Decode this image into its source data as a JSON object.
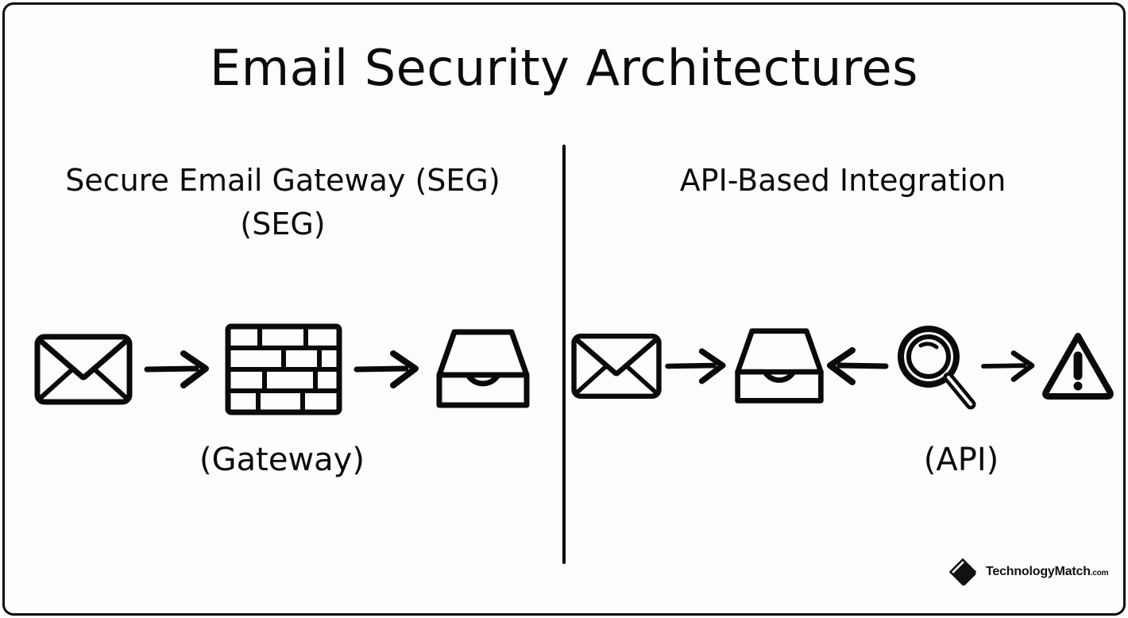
{
  "document": {
    "title": "Email Security Architectures",
    "background_color": "#fdfdfc",
    "ink_color": "#0a0a0a",
    "border_color": "#0a0a0a"
  },
  "panels": {
    "left": {
      "heading_line1": "Secure Email Gateway (SEG)",
      "heading_line2": "(SEG)",
      "caption": "(Gateway)",
      "flow": [
        {
          "icon": "envelope-icon",
          "label": "Email"
        },
        {
          "icon": "arrow-right-icon",
          "label": "flows to"
        },
        {
          "icon": "brick-wall-icon",
          "label": "Gateway"
        },
        {
          "icon": "arrow-right-icon",
          "label": "flows to"
        },
        {
          "icon": "inbox-tray-icon",
          "label": "Inbox"
        }
      ]
    },
    "right": {
      "heading_line1": "API-Based Integration",
      "heading_line2": "",
      "caption": "(API)",
      "flow": [
        {
          "icon": "envelope-icon",
          "label": "Email"
        },
        {
          "icon": "arrow-right-icon",
          "label": "flows to"
        },
        {
          "icon": "inbox-tray-icon",
          "label": "Inbox"
        },
        {
          "icon": "arrow-left-icon",
          "label": "scans back into"
        },
        {
          "icon": "magnifier-icon",
          "label": "API Scanner"
        },
        {
          "icon": "arrow-right-icon",
          "label": "flags"
        },
        {
          "icon": "warning-triangle-icon",
          "label": "Threat Alert"
        }
      ]
    }
  },
  "logo": {
    "mark": "diamond-logo-icon",
    "name": "TechnologyMatch",
    "tld": ".com"
  }
}
